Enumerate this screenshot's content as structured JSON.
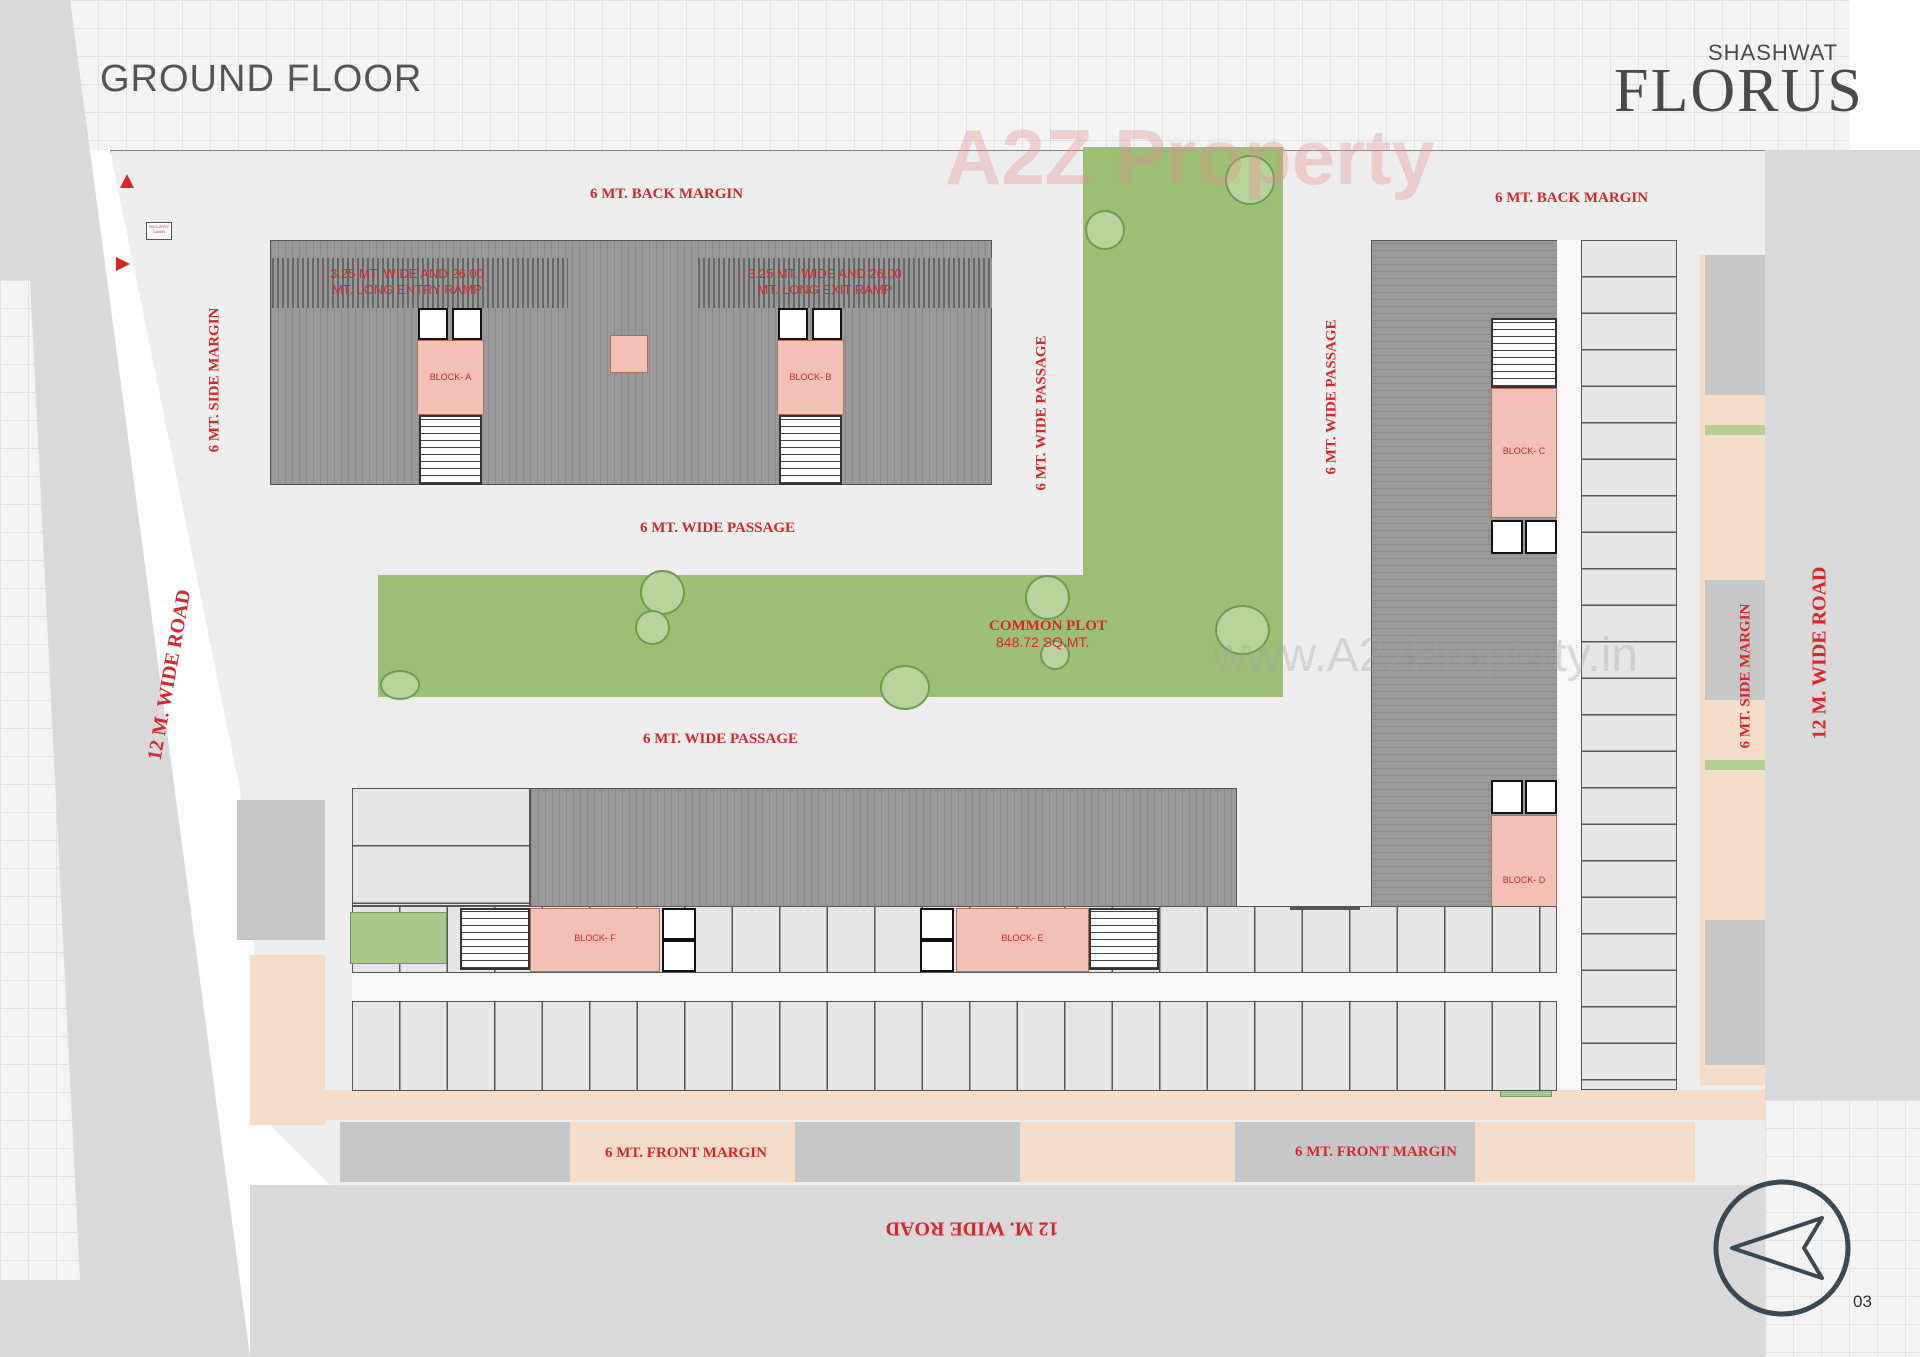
{
  "header": {
    "title": "GROUND FLOOR",
    "brand_top": "SHASHWAT",
    "brand_main": "FLORUS"
  },
  "watermarks": {
    "logo": "A2Z Property",
    "url": "www.A2zProperty.in"
  },
  "labels": {
    "back_margin_left": "6 MT. BACK MARGIN",
    "back_margin_right": "6 MT. BACK MARGIN",
    "side_margin_left": "6 MT. SIDE MARGIN",
    "side_margin_right": "6 MT. SIDE MARGIN",
    "passage_vertical_a": "6 MT. WIDE PASSAGE",
    "passage_vertical_b": "6 MT. WIDE PASSAGE",
    "passage_upper": "6 MT. WIDE PASSAGE",
    "passage_lower": "6 MT. WIDE PASSAGE",
    "road_left": "12 M. WIDE ROAD",
    "road_right": "12 M. WIDE ROAD",
    "road_bottom": "12 M. WIDE ROAD",
    "front_margin_left": "6 MT. FRONT MARGIN",
    "front_margin_right": "6 MT. FRONT MARGIN",
    "common_plot": "COMMON PLOT",
    "common_plot_area": "848.72 SQ.MT.",
    "ramp_entry_line1": "3.25 MT. WIDE AND 26.00",
    "ramp_entry_line2": "MT. LONG ENTRY RAMP",
    "ramp_exit_line1": "3.25 MT. WIDE AND 26.00",
    "ramp_exit_line2": "MT. LONG EXIT RAMP",
    "security": "SECURITY CABIN"
  },
  "blocks": {
    "a": "BLOCK- A",
    "b": "BLOCK- B",
    "c": "BLOCK- C",
    "d": "BLOCK- D",
    "e": "BLOCK- E",
    "f": "BLOCK- F"
  },
  "footer": {
    "page_number": "03"
  },
  "icons": {
    "north_arrow": "north-arrow-icon",
    "entry_arrow": "entry-arrow-icon",
    "exit_arrow": "exit-arrow-icon"
  },
  "colors": {
    "accent_red": "#d8262a",
    "lawn_green": "#9dbf74",
    "block_pink": "#f2c0b4"
  }
}
